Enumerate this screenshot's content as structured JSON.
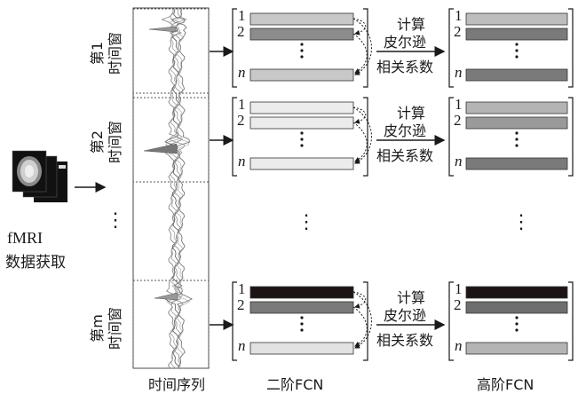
{
  "fmri": {
    "line1": "fMRI",
    "line2": "数据获取"
  },
  "windows": [
    {
      "label": "第1",
      "sub": "时间窗"
    },
    {
      "label": "第2",
      "sub": "时间窗"
    },
    {
      "label": "第m",
      "sub": "时间窗"
    }
  ],
  "dots": "⋮",
  "captions": {
    "timeseries": "时间序列",
    "second_order": "二阶FCN",
    "high_order": "高阶FCN"
  },
  "row_labels": {
    "first": "1",
    "second": "2",
    "last": "n"
  },
  "pearson": {
    "line1": "计算",
    "line2": "皮尔逊",
    "line3": "相关系数"
  },
  "colors": {
    "w1_rows": [
      "#c8c8c8",
      "#8c8c8c",
      "#c8c8c8"
    ],
    "w1_out": [
      "#bdbdbd",
      "#7a7a7a",
      "#7a7a7a"
    ],
    "w2_rows": [
      "#ececec",
      "#ececec",
      "#ececec"
    ],
    "w2_out": [
      "#b4b4b4",
      "#9a9a9a",
      "#7a7a7a"
    ],
    "wm_rows": [
      "#1c1414",
      "#7a7a7a",
      "#e2e2e2"
    ],
    "wm_out": [
      "#1c1414",
      "#6e6e6e",
      "#b4b4b4"
    ]
  }
}
